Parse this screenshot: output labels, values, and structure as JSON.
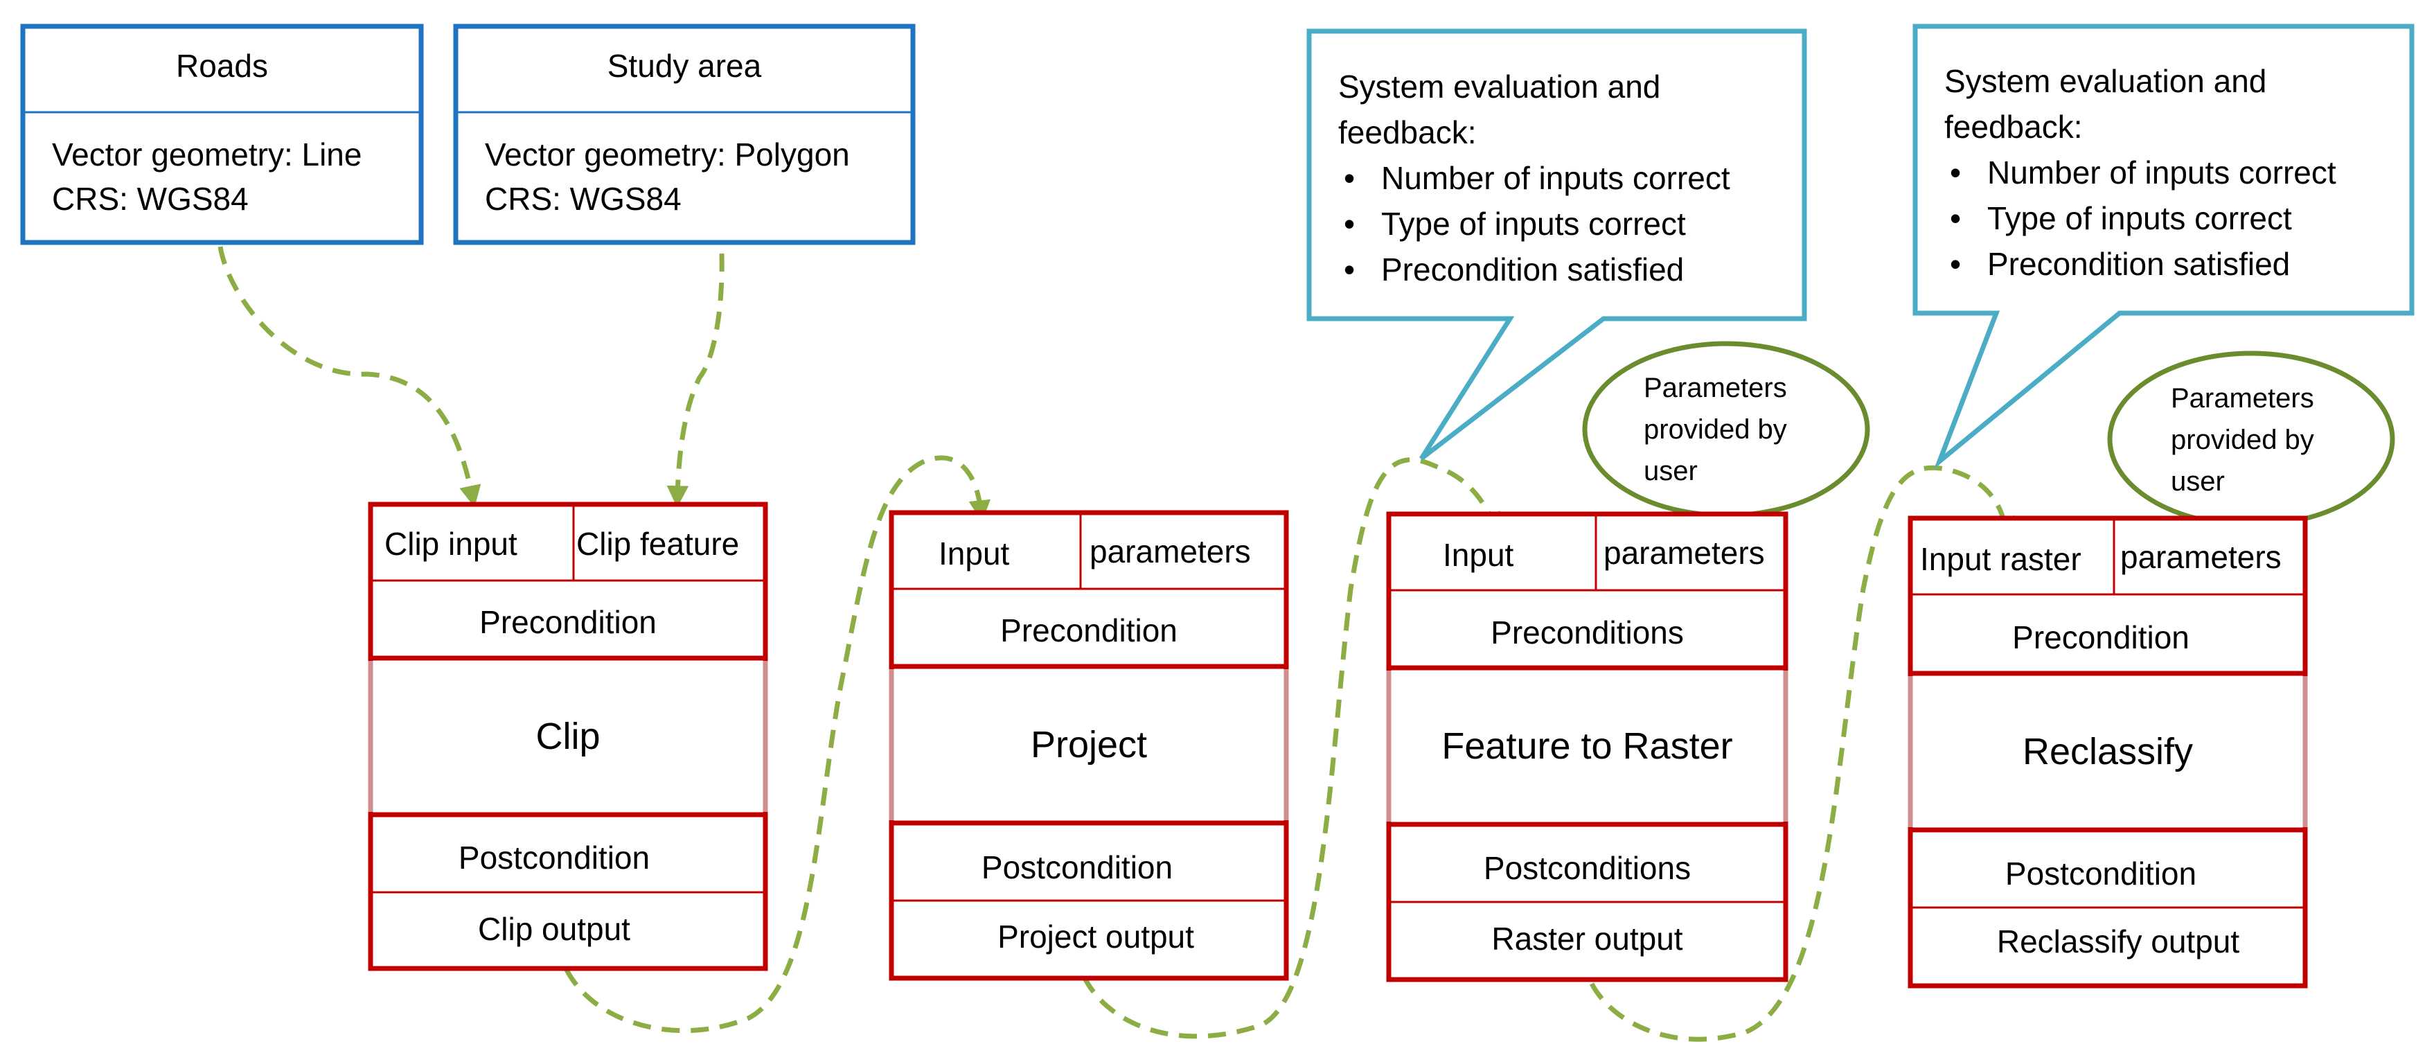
{
  "colors": {
    "dataset_border": "#1f73c3",
    "tool_border": "#c00000",
    "tool_core_border": "#d28e8e",
    "callout_border": "#4bacc6",
    "ellipse_border": "#6a8c2f",
    "connector": "#8bad44"
  },
  "datasets": [
    {
      "title": "Roads",
      "lines": [
        "Vector geometry: Line",
        "CRS: WGS84"
      ]
    },
    {
      "title": "Study area",
      "lines": [
        "Vector geometry: Polygon",
        "CRS: WGS84"
      ]
    }
  ],
  "tools": [
    {
      "inputs": [
        "Clip input",
        "Clip feature"
      ],
      "pre": "Precondition",
      "name": "Clip",
      "post": "Postcondition",
      "output": "Clip output"
    },
    {
      "inputs": [
        "Input",
        "parameters"
      ],
      "pre": "Precondition",
      "name": "Project",
      "post": "Postcondition",
      "output": "Project output"
    },
    {
      "inputs": [
        "Input",
        "parameters"
      ],
      "pre": "Preconditions",
      "name": "Feature to Raster",
      "post": "Postconditions",
      "output": "Raster output"
    },
    {
      "inputs": [
        "Input raster",
        "parameters"
      ],
      "pre": "Precondition",
      "name": "Reclassify",
      "post": "Postcondition",
      "output": "Reclassify output"
    }
  ],
  "callouts": [
    {
      "lines": [
        "System evaluation and",
        "feedback:"
      ],
      "bullets": [
        "Number of inputs correct",
        "Type of inputs correct",
        "Precondition satisfied"
      ]
    },
    {
      "lines": [
        "System evaluation and",
        "feedback:"
      ],
      "bullets": [
        "Number of inputs correct",
        "Type of inputs correct",
        "Precondition satisfied"
      ]
    }
  ],
  "param_notes": [
    {
      "lines": [
        "Parameters",
        "provided by",
        "user"
      ]
    },
    {
      "lines": [
        "Parameters",
        "provided by",
        "user"
      ]
    }
  ]
}
